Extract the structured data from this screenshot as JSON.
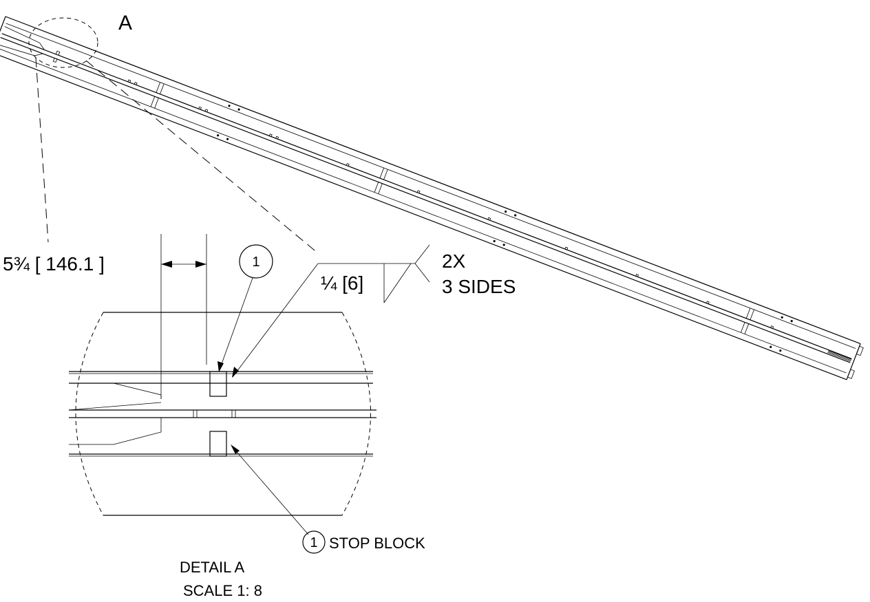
{
  "detail_tag": "A",
  "dimension": {
    "text": "5¾ [ 146.1 ]"
  },
  "balloon_upper": {
    "number": "1"
  },
  "weld": {
    "size": "¼ [6]",
    "multiplier": "2X",
    "note": "3 SIDES"
  },
  "callout": {
    "number": "1",
    "label": "STOP BLOCK"
  },
  "detail_title": {
    "title": "DETAIL A",
    "scale": "SCALE 1: 8"
  },
  "colors": {
    "line": "#000000",
    "background": "#ffffff"
  }
}
